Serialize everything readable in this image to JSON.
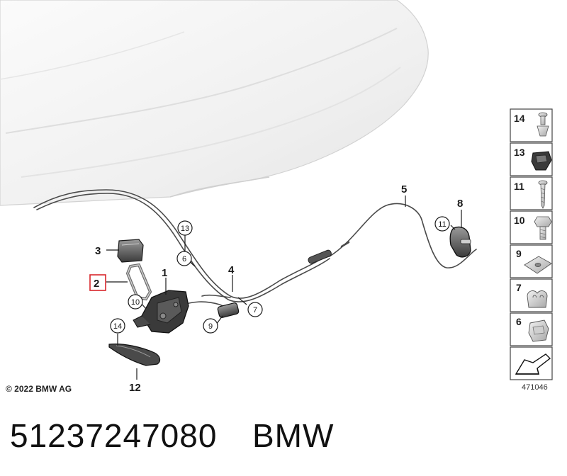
{
  "copyright": "© 2022 BMW AG",
  "drawing_number": "471046",
  "part_number": "51237247080",
  "brand": "BMW",
  "highlight_color": "#d9262b",
  "callouts": [
    "1",
    "2",
    "3",
    "4",
    "5",
    "8",
    "12"
  ],
  "circled_callouts": [
    "6",
    "7",
    "9",
    "10",
    "11",
    "13",
    "14"
  ],
  "sidebar_items": [
    "14",
    "13",
    "11",
    "10",
    "9",
    "7",
    "6"
  ]
}
